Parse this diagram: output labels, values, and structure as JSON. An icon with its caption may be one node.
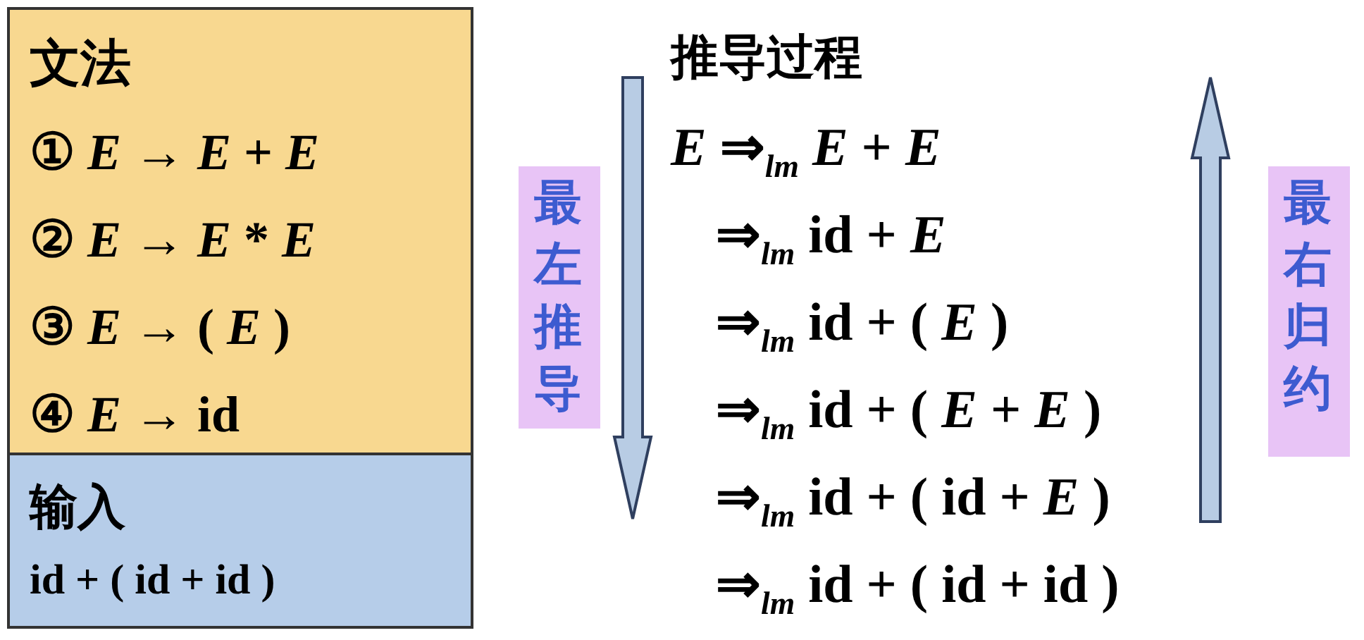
{
  "diagram": {
    "nodes": [
      {
        "text": [
          "文法",
          "① *E* → *E* + *E*",
          "② *E* → *E* * *E*",
          "③ *E* → ( *E* )",
          "④ *E* → id"
        ]
      },
      {
        "text": [
          "输入",
          "id + ( id +  id )"
        ]
      },
      {
        "text": [
          "最左推导"
        ]
      },
      {
        "text": [
          "最右归约"
        ]
      }
    ],
    "labels": [
      "推导过程",
      "*E* ⇒$_{lm}$ *E* + *E*",
      "⇒$_{lm}$ id + *E*",
      "⇒$_{lm}$ id + ( *E* )",
      "⇒$_{lm}$ id + ( *E* + *E* )",
      "⇒$_{lm}$ id + ( id + *E* )",
      "⇒$_{lm}$ id + ( id + id )"
    ]
  }
}
